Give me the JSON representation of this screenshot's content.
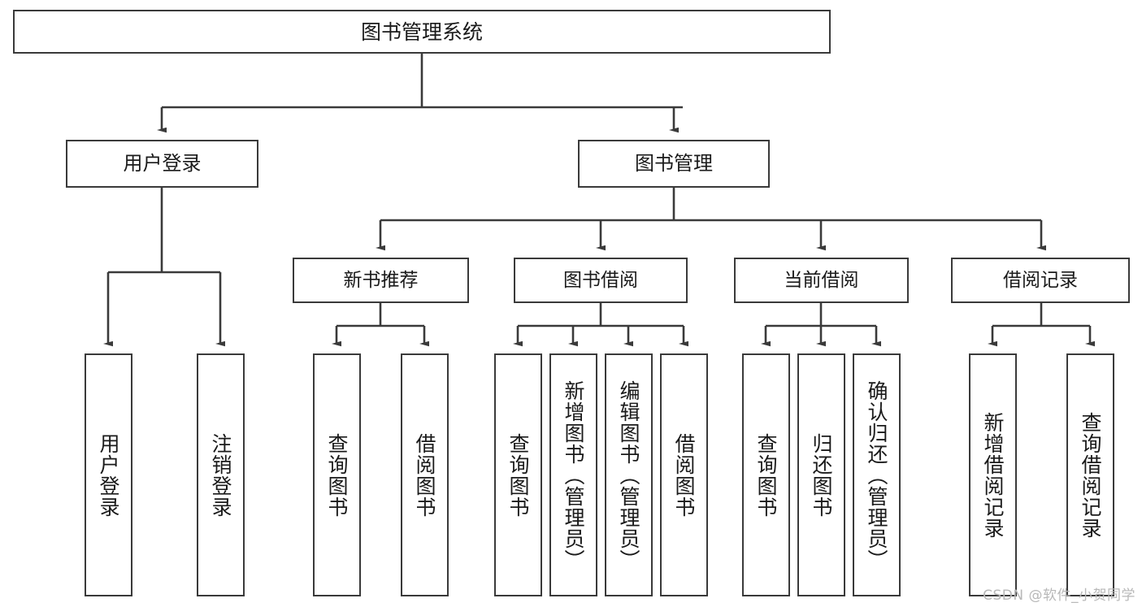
{
  "diagram": {
    "title": "图书管理系统",
    "type": "tree-hierarchy",
    "watermark": "CSDN @软件_小贺同学",
    "colors": {
      "background": "#ffffff",
      "box_fill": "#ffffff",
      "box_stroke": "#3a3a3a",
      "connector": "#3a3a3a",
      "text": "#1a1a1a",
      "watermark": "#b8b8b8"
    },
    "root": {
      "label": "图书管理系统"
    },
    "level2": [
      {
        "label": "用户登录"
      },
      {
        "label": "图书管理"
      }
    ],
    "level3": [
      {
        "label": "新书推荐"
      },
      {
        "label": "图书借阅"
      },
      {
        "label": "当前借阅"
      },
      {
        "label": "借阅记录"
      }
    ],
    "leaves": {
      "user_login": [
        {
          "label": "用户登录"
        },
        {
          "label": "注销登录"
        }
      ],
      "new_book_recommend": [
        {
          "label": "查询图书"
        },
        {
          "label": "借阅图书"
        }
      ],
      "book_borrow": [
        {
          "label": "查询图书"
        },
        {
          "label": "新增图书（管理员）"
        },
        {
          "label": "编辑图书（管理员）"
        },
        {
          "label": "借阅图书"
        }
      ],
      "current_borrow": [
        {
          "label": "查询图书"
        },
        {
          "label": "归还图书"
        },
        {
          "label": "确认归还（管理员）"
        }
      ],
      "borrow_record": [
        {
          "label": "新增借阅记录"
        },
        {
          "label": "查询借阅记录"
        }
      ]
    }
  }
}
